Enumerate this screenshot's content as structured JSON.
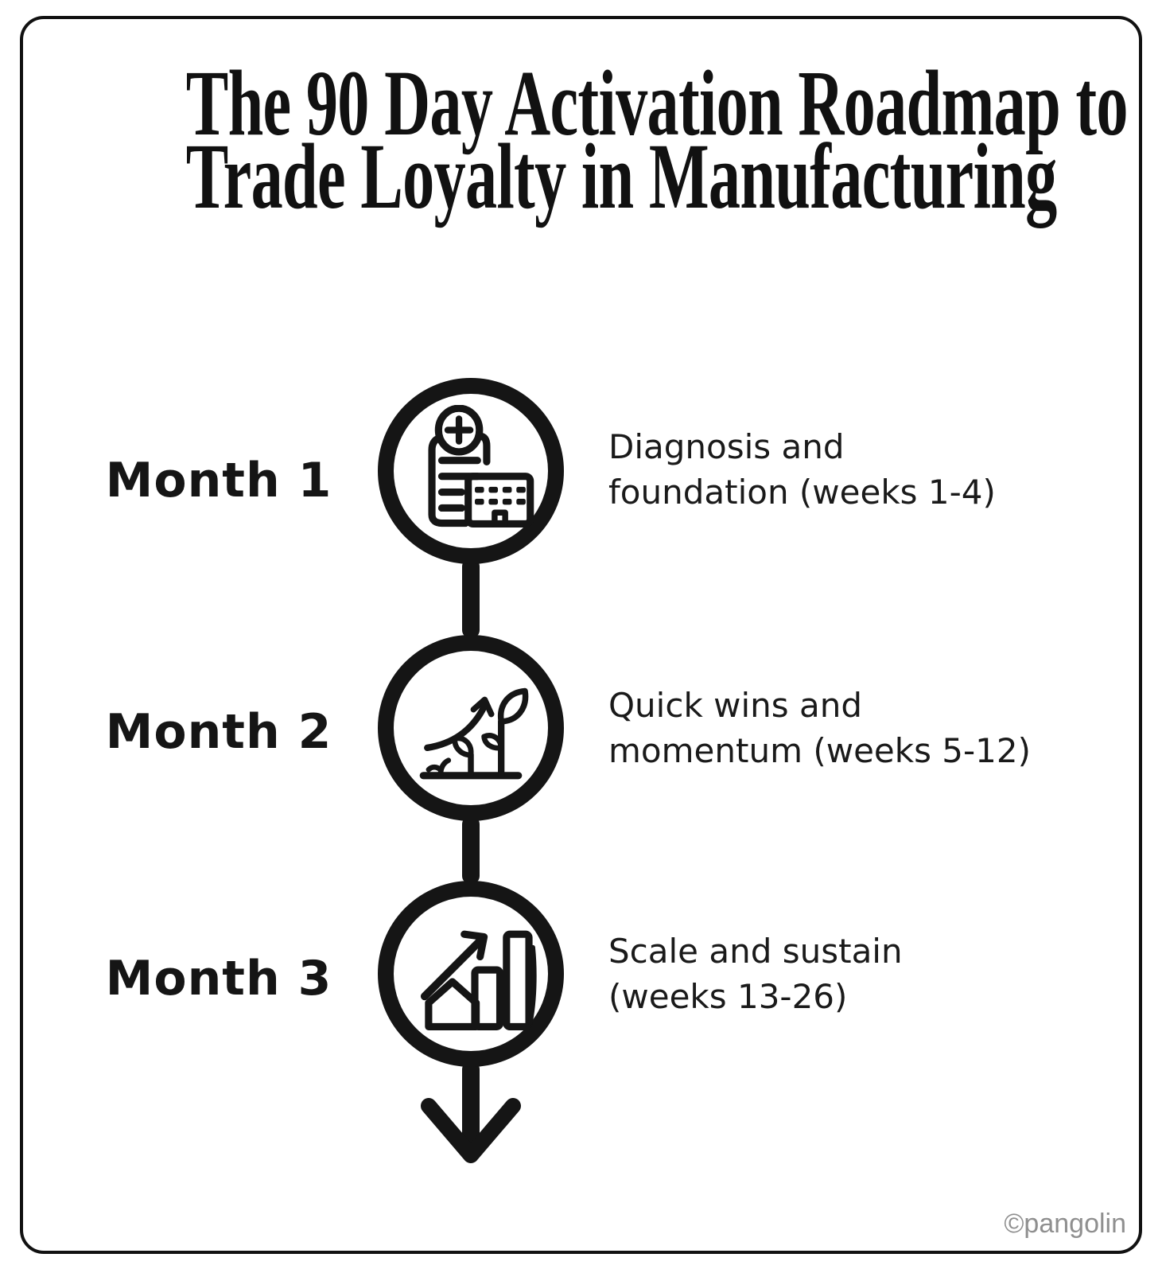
{
  "title": {
    "line1": "The 90 Day Activation Roadmap to",
    "line2": "Trade Loyalty in Manufacturing"
  },
  "months": [
    {
      "label": "Month 1",
      "icon": "clipboard-diagnosis-icon",
      "desc_lines": [
        "Diagnosis and",
        "foundation (weeks 1-4)"
      ]
    },
    {
      "label": "Month 2",
      "icon": "growth-plant-icon",
      "desc_lines": [
        "Quick wins and",
        "momentum (weeks 5-12)"
      ]
    },
    {
      "label": "Month 3",
      "icon": "scale-chart-icon",
      "desc_lines": [
        "Scale and sustain",
        "(weeks 13-26)"
      ]
    }
  ],
  "watermark": "©pangolin",
  "colors": {
    "ink": "#151515",
    "background": "#ffffff",
    "frame_border": "#111111",
    "watermark": "#8f8f8f"
  }
}
